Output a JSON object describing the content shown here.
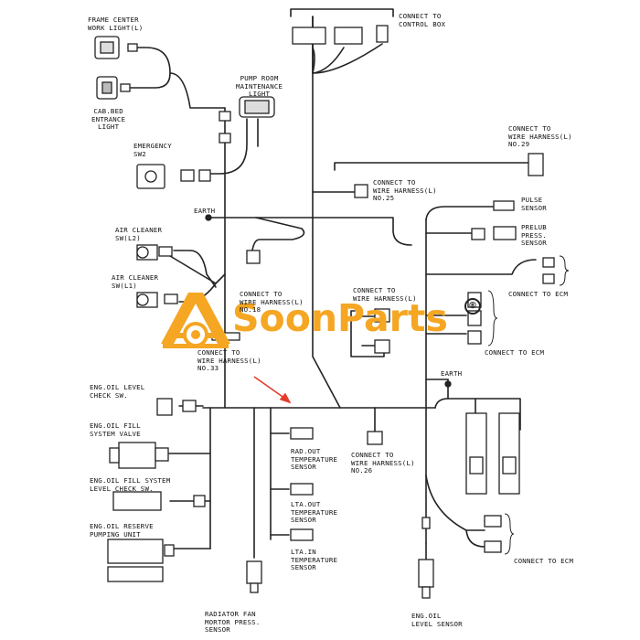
{
  "labels": {
    "frame_center_work_light": "FRAME CENTER\nWORK LIGHT(L)",
    "cab_bed_entrance_light": "CAB.BED\nENTRANCE\nLIGHT",
    "pump_room_light": "PUMP ROOM\nMAINTENANCE\nLIGHT",
    "emergency_sw": "EMERGENCY\nSW2",
    "earth_top": "EARTH",
    "air_cleaner_l2": "AIR CLEANER\nSW(L2)",
    "air_cleaner_l1": "AIR CLEANER\nSW(L1)",
    "connect_harness_33": "CONNECT TO\nWIRE HARNESS(L)\nNO.33",
    "connect_harness_18": "CONNECT TO\nWIRE HARNESS(L)\nNO.18",
    "connect_control_box": "CONNECT TO\nCONTROL BOX",
    "connect_harness_29": "CONNECT TO\nWIRE HARNESS(L)\nNO.29",
    "connect_harness_25": "CONNECT TO\nWIRE HARNESS(L)\nNO.25",
    "pulse_sensor": "PULSE\nSENSOR",
    "prelub_sensor": "PRELUB\nPRESS.\nSENSOR",
    "connect_ecm_1": "CONNECT TO ECM",
    "connect_harness_mid": "CONNECT TO\nWIRE HARNESS(L)",
    "connect_ecm_2": "CONNECT TO ECM",
    "earth_right": "EARTH",
    "eng_oil_level_check": "ENG.OIL LEVEL\nCHECK SW.",
    "eng_oil_fill_valve": "ENG.OIL FILL\nSYSTEM VALVE",
    "eng_oil_fill_level": "ENG.OIL FILL SYSTEM\nLEVEL CHECK SW.",
    "eng_oil_reserve": "ENG.OIL RESERVE\nPUMPING UNIT",
    "rad_out_sensor": "RAD.OUT\nTEMPERATURE\nSENSOR",
    "lta_out_sensor": "LTA.OUT\nTEMPERATURE\nSENSOR",
    "lta_in_sensor": "LTA.IN\nTEMPERATURE\nSENSOR",
    "connect_harness_26": "CONNECT TO\nWIRE HARNESS(L)\nNO.26",
    "radiator_fan_sensor": "RADIATOR FAN\nMORTOR PRESS.\nSENSOR",
    "eng_oil_level_sensor": "ENG.OIL\nLEVEL SENSOR",
    "connect_ecm_3": "CONNECT TO ECM"
  },
  "watermark": {
    "brand": "SoonParts",
    "registered": "®",
    "color": "#f5a623"
  },
  "colors": {
    "line": "#222222",
    "arrow": "#e53b2c"
  }
}
